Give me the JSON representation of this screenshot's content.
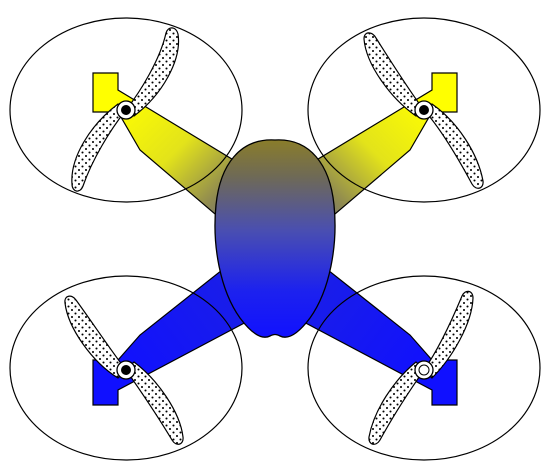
{
  "figure": {
    "subject": "quadcopter-drone-top-view",
    "colors": {
      "top_accent": "#ffff00",
      "bottom_accent": "#1010ff",
      "body_mid": "#808080",
      "outline": "#000000",
      "blade_fill": "#ffffff",
      "dots": "#000000",
      "background": "#ffffff"
    },
    "rotors": [
      {
        "id": "front-left",
        "hub_style": "dark"
      },
      {
        "id": "front-right",
        "hub_style": "dark"
      },
      {
        "id": "rear-left",
        "hub_style": "dark"
      },
      {
        "id": "rear-right",
        "hub_style": "light"
      }
    ]
  }
}
